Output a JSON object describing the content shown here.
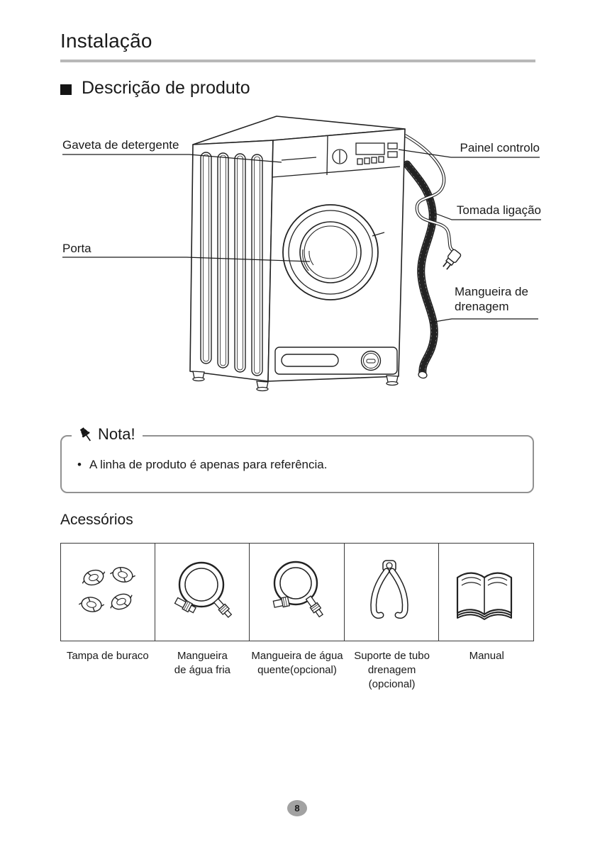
{
  "page": {
    "title": "Instalação",
    "section_title": "Descrição de produto",
    "page_number": "8"
  },
  "diagram": {
    "labels": {
      "detergent_drawer": "Gaveta de detergente",
      "control_panel": "Painel controlo",
      "power_plug": "Tomada ligação",
      "door": "Porta",
      "drain_hose": "Mangueira de\ndrenagem"
    }
  },
  "note": {
    "title": "Nota!",
    "bullet_char": "•",
    "text": "A linha de produto é apenas para referência."
  },
  "accessories": {
    "title": "Acessórios",
    "items": [
      {
        "icon": "hole-cap-icon",
        "label": "Tampa de buraco"
      },
      {
        "icon": "cold-water-hose-icon",
        "label": "Mangueira\nde água fria"
      },
      {
        "icon": "hot-water-hose-icon",
        "label": "Mangueira de água\nquente(opcional)"
      },
      {
        "icon": "drain-hose-support-icon",
        "label": "Suporte de tubo\ndrenagem\n(opcional)"
      },
      {
        "icon": "manual-icon",
        "label": "Manual"
      }
    ]
  }
}
